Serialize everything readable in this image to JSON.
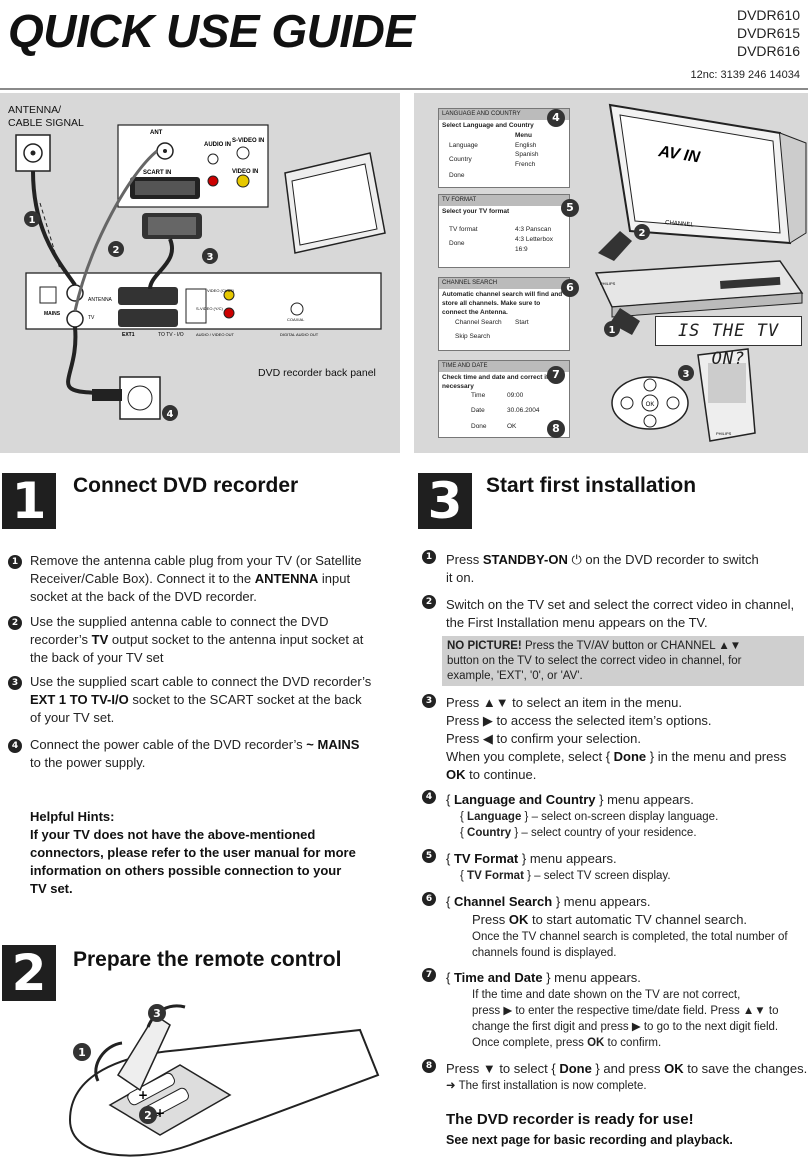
{
  "header": {
    "title": "QUICK USE GUIDE",
    "models": [
      "DVDR610",
      "DVDR615",
      "DVDR616"
    ],
    "code": "12nc:  3139 246 14034"
  },
  "illustration_left": {
    "antenna_label_1": "ANTENNA/",
    "antenna_label_2": "CABLE SIGNAL",
    "back_panel_label": "DVD recorder back panel",
    "tv_labels": {
      "ant": "ANT",
      "scart_in": "SCART IN",
      "audio_in": "AUDIO IN",
      "svideo_in": "S-VIDEO IN",
      "video_in": "VIDEO IN"
    },
    "recorder_labels": {
      "antenna": "ANTENNA",
      "mains": "MAINS",
      "tv": "TV",
      "ext1": "EXT1",
      "to_tv": "TO TV - I/O",
      "coaxial": "COAXIAL",
      "digital_audio_out": "DIGITAL AUDIO OUT",
      "audio_video_out": "AUDIO / VIDEO OUT",
      "video_cvbs": "VIDEO (CVBS)",
      "svideo_yc": "S-VIDEO (Y/C)"
    },
    "badges": [
      "1",
      "2",
      "3",
      "4"
    ]
  },
  "illustration_right": {
    "menus": {
      "language": {
        "head": "LANGUAGE AND COUNTRY",
        "sub": "Select Language and Country",
        "rows": [
          "Language",
          "Country",
          "Done"
        ],
        "menu_title": "Menu",
        "options": [
          "English",
          "Spanish",
          "French"
        ],
        "badge": "4"
      },
      "tv_format": {
        "head": "TV FORMAT",
        "sub": "Select your TV format",
        "rows": [
          "TV format",
          "Done"
        ],
        "options": [
          "4:3 Panscan",
          "4:3 Letterbox",
          "16:9"
        ],
        "badge": "5"
      },
      "channel": {
        "head": "CHANNEL SEARCH",
        "sub": "Automatic channel search will find and store all channels.  Make sure to connect the Antenna.",
        "rows": [
          "Channel Search",
          "Skip Search"
        ],
        "start": "Start",
        "badge": "6"
      },
      "time": {
        "head": "TIME AND DATE",
        "sub": "Check time and date and correct if necessary",
        "rows": [
          "Time",
          "Date",
          "Done"
        ],
        "values": [
          "09:00",
          "30.06.2004",
          "OK"
        ],
        "badge": "7",
        "badge2": "8"
      }
    },
    "tv_screen": "AV IN",
    "channel_label": "CHANNEL",
    "lcd": "IS THE TV ON?",
    "remote_ok": "OK",
    "remote_brand": "PHILIPS",
    "recorder_brand": "PHILIPS",
    "badges": [
      "2",
      "1",
      "3"
    ]
  },
  "section1": {
    "num": "1",
    "title": "Connect DVD recorder",
    "items": [
      {
        "n": "1",
        "lines": [
          "Remove the antenna cable plug from your TV (or Satellite",
          "Receiver/Cable Box).  Connect it to the ",
          "ANTENNA",
          " input",
          "socket at the back of the DVD recorder."
        ]
      },
      {
        "n": "2",
        "lines": [
          "Use the supplied antenna cable to connect the DVD",
          "recorder’s ",
          "TV",
          " output socket to the antenna input socket at",
          "the back of your TV set"
        ]
      },
      {
        "n": "3",
        "lines": [
          "Use the supplied scart cable to connect the DVD recorder’s",
          "EXT 1 TO TV-I/O",
          " socket to the SCART socket at the back",
          "of your TV set."
        ]
      },
      {
        "n": "4",
        "lines": [
          "Connect the power cable of the DVD recorder’s ",
          "~ MAINS",
          "to the power supply."
        ]
      }
    ],
    "hints": [
      "Helpful Hints:",
      "If your TV does not have the above-mentioned",
      "connectors, please refer to the user manual for more",
      "information on others possible connection to your",
      "TV set."
    ]
  },
  "section2": {
    "num": "2",
    "title": "Prepare the remote control",
    "badges": [
      "1",
      "2",
      "3"
    ]
  },
  "section3": {
    "num": "3",
    "title": "Start first installation",
    "s1": [
      "Press ",
      "STANDBY-ON",
      " on the DVD recorder to switch",
      "it on."
    ],
    "s2": [
      "Switch on the TV set and select the correct video in channel,",
      "the First Installation menu appears on the TV."
    ],
    "note": [
      "NO PICTURE!",
      "  Press the TV/AV button or CHANNEL ▲▼",
      "button on the TV to select the correct video in channel, for",
      "example, 'EXT', '0', or 'AV'."
    ],
    "s3": [
      "Press ▲▼ to select an item in the menu.",
      "Press ▶ to access the selected item’s options.",
      "Press ◀  to confirm your selection.",
      "When you complete, select { ",
      "Done",
      " } in the menu and press",
      "OK",
      " to continue."
    ],
    "s4": [
      "{ ",
      "Language and Country",
      " } menu appears.",
      "{ ",
      "Language",
      " } –  select on-screen display language.",
      "{ ",
      "Country",
      " } –  select country of your residence."
    ],
    "s5": [
      "{ ",
      "TV Format",
      " } menu appears.",
      "{ ",
      "TV Format",
      " } –  select TV screen display."
    ],
    "s6": [
      "{ ",
      "Channel Search",
      " } menu appears.",
      "Press ",
      "OK",
      " to start automatic TV channel search.",
      "Once the TV channel search is completed, the total number of",
      "channels found is displayed."
    ],
    "s7": [
      "{ ",
      "Time and Date",
      " } menu appears.",
      "If the time and date shown on the TV are not correct,",
      "press ▶ to enter the respective time/date field.  Press ▲▼ to",
      "change the first digit and press ▶ to go to the next digit field.",
      "Once complete, press ",
      "OK",
      " to confirm."
    ],
    "s8": [
      "Press ▼ to select { ",
      "Done",
      " } and press ",
      "OK",
      " to save the changes.",
      "➜ The first installation is now complete."
    ],
    "ready": "The DVD recorder is ready for use!",
    "ready_sub": "See next page for basic recording and playback."
  },
  "colors": {
    "panel_bg": "#d8d8d8",
    "badge": "#222222",
    "note_bg": "#cfcfcf"
  }
}
